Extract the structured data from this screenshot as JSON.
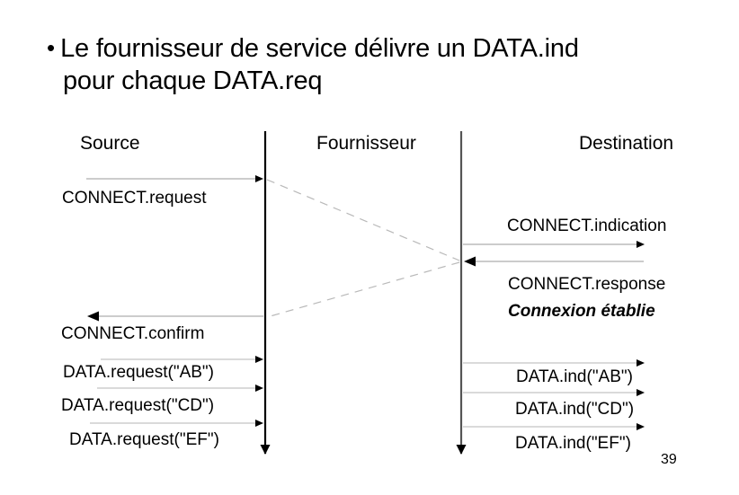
{
  "slide": {
    "number": "39",
    "background_color": "#ffffff",
    "text_color": "#000000"
  },
  "title": {
    "bullet_glyph": "•",
    "line1": "Le fournisseur de service délivre un DATA.ind",
    "line2": "pour chaque  DATA.req",
    "full_text": "Le fournisseur de service délivre un DATA.ind pour chaque  DATA.req"
  },
  "diagram": {
    "type": "sequence-diagram",
    "columns": [
      {
        "id": "source",
        "label": "Source",
        "lifeline": false
      },
      {
        "id": "fournisseur",
        "label": "Fournisseur",
        "lifeline": true
      },
      {
        "id": "destination",
        "label": "Destination",
        "lifeline": true
      }
    ],
    "messages": [
      {
        "id": "connect-request",
        "label": "CONNECT.request",
        "side": "left",
        "direction": "right",
        "style": "solid"
      },
      {
        "id": "connect-indication",
        "label": "CONNECT.indication",
        "side": "right",
        "direction": "right",
        "style": "solid"
      },
      {
        "id": "connect-response",
        "label": "CONNECT.response",
        "side": "right",
        "direction": "left",
        "style": "solid"
      },
      {
        "id": "connexion-etablie",
        "label": "Connexion établie",
        "side": "right",
        "direction": "none",
        "style": "annotation"
      },
      {
        "id": "connect-confirm",
        "label": "CONNECT.confirm",
        "side": "left",
        "direction": "left",
        "style": "solid"
      },
      {
        "id": "data-request-ab",
        "label": "DATA.request(\"AB\")",
        "side": "left",
        "direction": "right",
        "style": "solid"
      },
      {
        "id": "data-request-cd",
        "label": "DATA.request(\"CD\")",
        "side": "left",
        "direction": "right",
        "style": "solid"
      },
      {
        "id": "data-request-ef",
        "label": "DATA.request(\"EF\")",
        "side": "left",
        "direction": "right",
        "style": "solid"
      },
      {
        "id": "data-ind-ab",
        "label": "DATA.ind(\"AB\")",
        "side": "right",
        "direction": "right",
        "style": "solid"
      },
      {
        "id": "data-ind-cd",
        "label": "DATA.ind(\"CD\")",
        "side": "right",
        "direction": "right",
        "style": "solid"
      },
      {
        "id": "data-ind-ef",
        "label": "DATA.ind(\"EF\")",
        "side": "right",
        "direction": "right",
        "style": "solid"
      }
    ],
    "diagonals": [
      {
        "id": "diagonal-request-to-indication",
        "from": "fournisseur",
        "to": "destination",
        "style": "dashed"
      },
      {
        "id": "diagonal-response-to-confirm",
        "from": "destination",
        "to": "fournisseur",
        "style": "dashed"
      }
    ]
  }
}
